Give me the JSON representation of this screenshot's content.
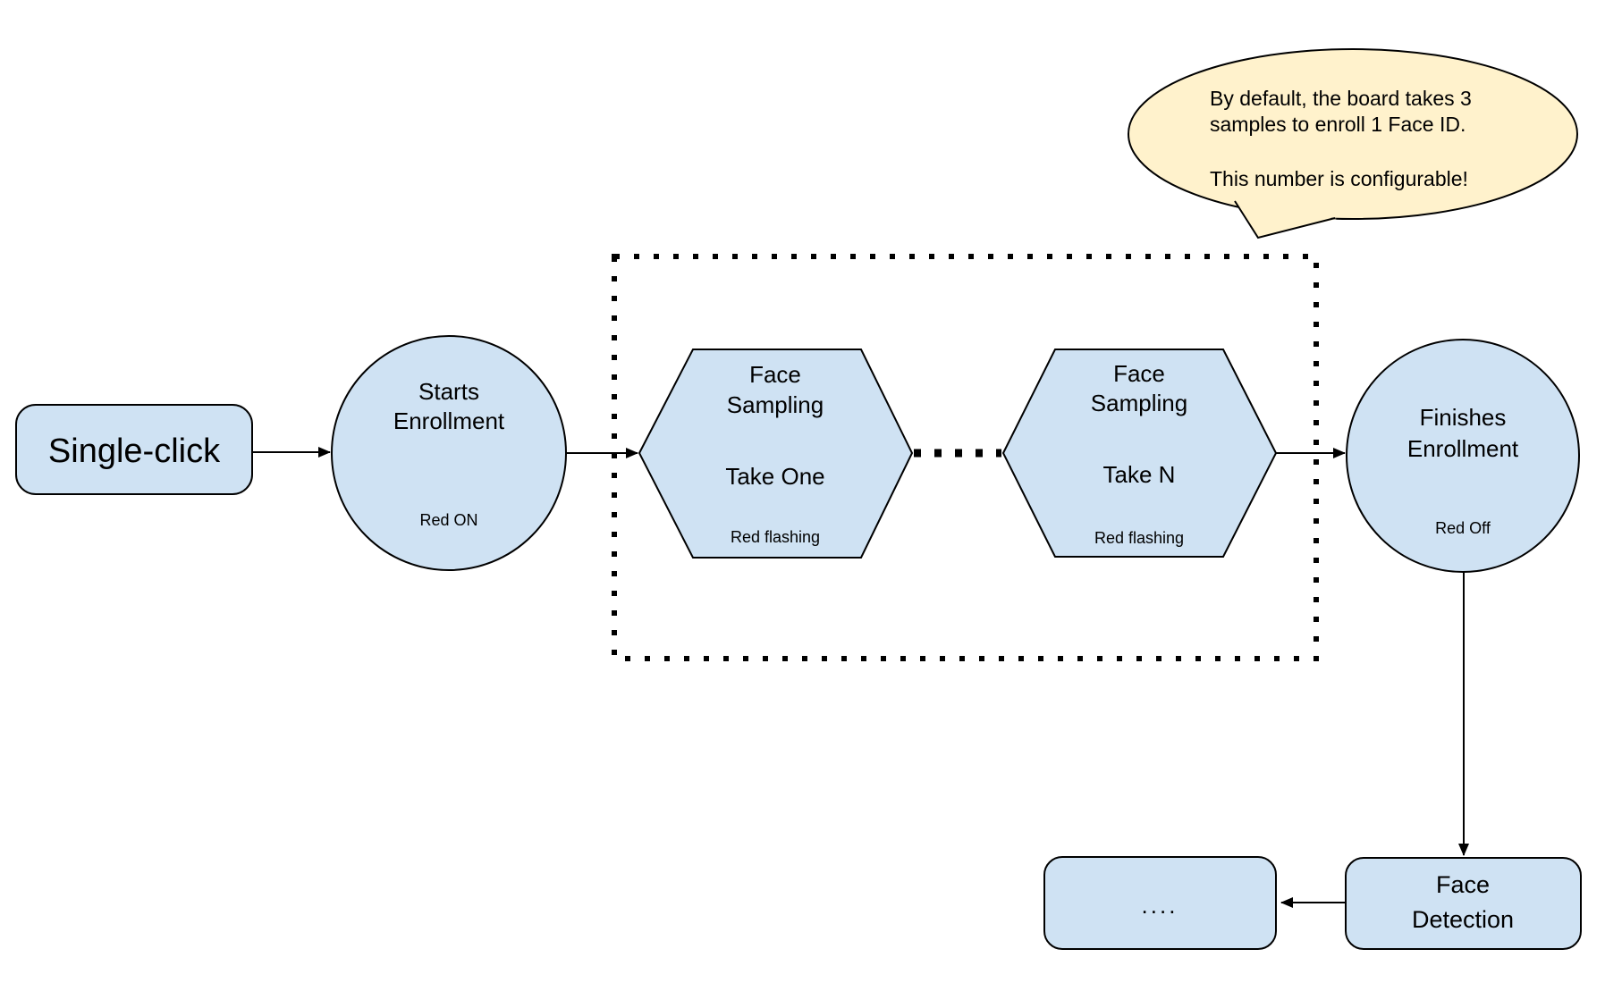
{
  "callout": {
    "line1": "By default, the board takes 3",
    "line2": "samples to enroll 1 Face ID.",
    "line3": "This number is configurable!"
  },
  "nodes": {
    "single_click": {
      "label": "Single-click"
    },
    "starts_enrollment": {
      "title_line1": "Starts",
      "title_line2": "Enrollment",
      "status": "Red ON"
    },
    "face_sampling_first": {
      "title_line1": "Face",
      "title_line2": "Sampling",
      "step": "Take One",
      "status": "Red flashing"
    },
    "face_sampling_last": {
      "title_line1": "Face",
      "title_line2": "Sampling",
      "step": "Take N",
      "status": "Red flashing"
    },
    "finishes_enrollment": {
      "title_line1": "Finishes",
      "title_line2": "Enrollment",
      "status": "Red Off"
    },
    "face_detection": {
      "title_line1": "Face",
      "title_line2": "Detection"
    },
    "continuation": {
      "label": "...."
    }
  },
  "colors": {
    "node_fill": "#cfe2f3",
    "callout_fill": "#fff2cc",
    "outline": "#000000",
    "background": "#ffffff"
  }
}
